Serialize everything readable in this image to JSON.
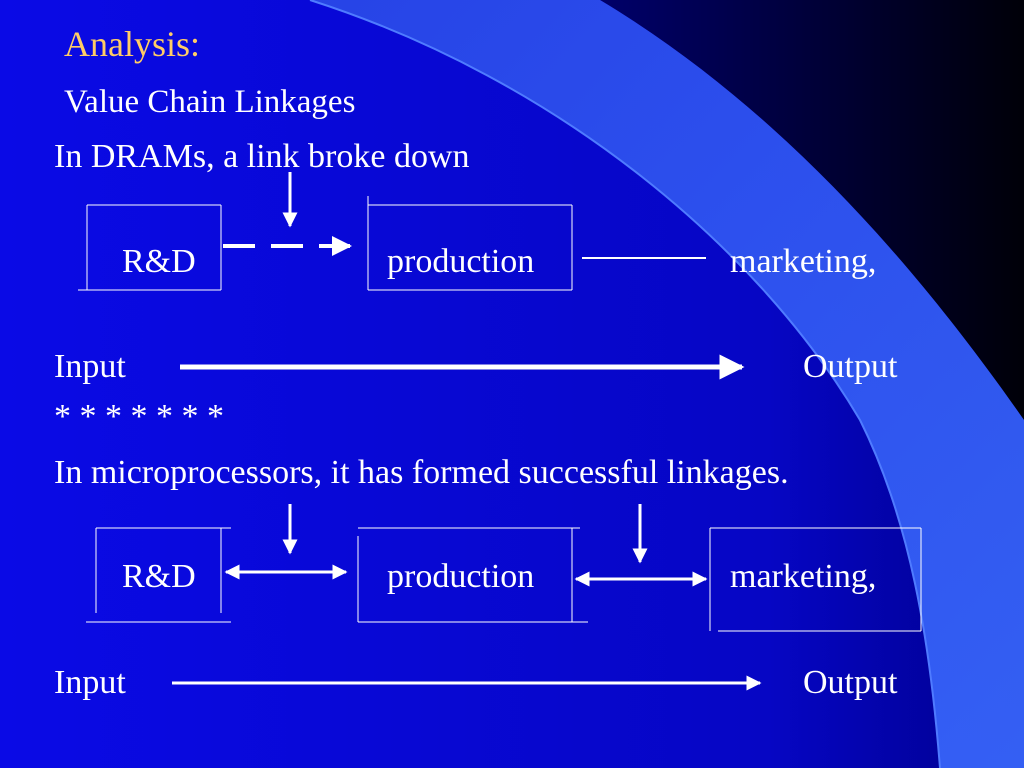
{
  "slide": {
    "title": "Analysis:",
    "subtitle": "Value Chain Linkages",
    "colors": {
      "background_start": "#0a0adc",
      "background_end": "#00009a",
      "title": "#ffcc66",
      "text": "#ffffff",
      "swoosh_light": "#3366ff",
      "corner_dark": "#000010"
    }
  },
  "section1": {
    "heading": "In DRAMs, a link broke down",
    "boxes": [
      "R&D",
      "production",
      "marketing,"
    ],
    "input_label": "Input",
    "output_label": "Output"
  },
  "separator": "* * * * * * *",
  "section2": {
    "heading": "In microprocessors, it has formed successful linkages.",
    "boxes": [
      "R&D",
      "production",
      "marketing,"
    ],
    "input_label": "Input",
    "output_label": "Output"
  }
}
